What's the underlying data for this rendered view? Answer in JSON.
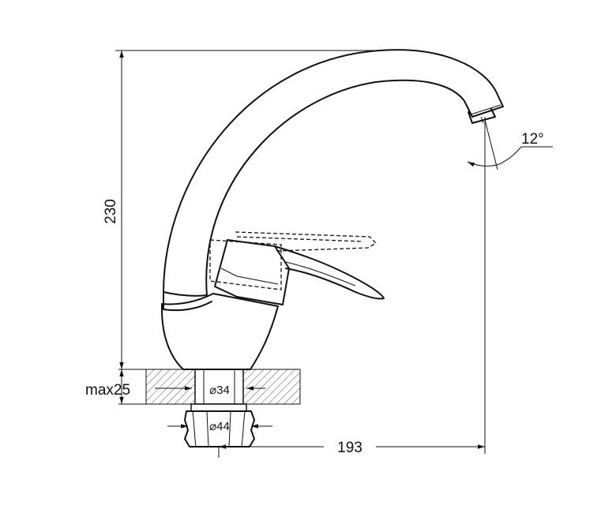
{
  "dimensions": {
    "height": "230",
    "reach": "193",
    "max_thickness": "max25",
    "hole_diameter": "⌀34",
    "nut_diameter": "⌀44",
    "spout_angle": "12°"
  },
  "colors": {
    "line": "#111111",
    "background": "#ffffff"
  }
}
